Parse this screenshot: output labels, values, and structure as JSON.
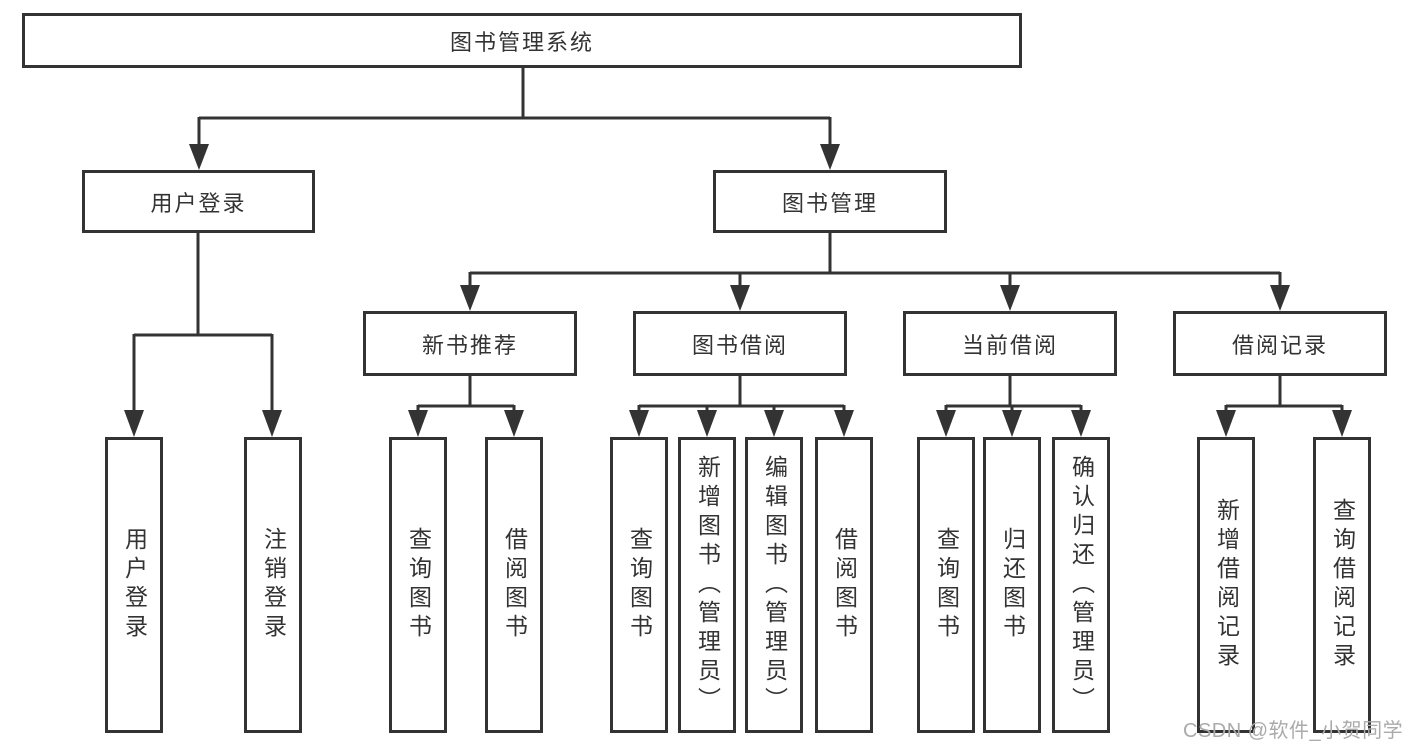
{
  "diagram": {
    "root": {
      "label": "图书管理系统"
    },
    "branches": [
      {
        "label": "用户登录",
        "children": [
          {
            "label": "用户登录"
          },
          {
            "label": "注销登录"
          }
        ]
      },
      {
        "label": "图书管理",
        "children": [
          {
            "label": "新书推荐",
            "children": [
              {
                "label": "查询图书"
              },
              {
                "label": "借阅图书"
              }
            ]
          },
          {
            "label": "图书借阅",
            "children": [
              {
                "label": "查询图书"
              },
              {
                "label": "新增图书（管理员）"
              },
              {
                "label": "编辑图书（管理员）"
              },
              {
                "label": "借阅图书"
              }
            ]
          },
          {
            "label": "当前借阅",
            "children": [
              {
                "label": "查询图书"
              },
              {
                "label": "归还图书"
              },
              {
                "label": "确认归还（管理员）"
              }
            ]
          },
          {
            "label": "借阅记录",
            "children": [
              {
                "label": "新增借阅记录"
              },
              {
                "label": "查询借阅记录"
              }
            ]
          }
        ]
      }
    ]
  },
  "watermark": {
    "text": "CSDN @软件_小贺同学"
  },
  "colors": {
    "line": "#333333",
    "text": "#333333",
    "watermark": "#ababab",
    "background": "#ffffff"
  }
}
